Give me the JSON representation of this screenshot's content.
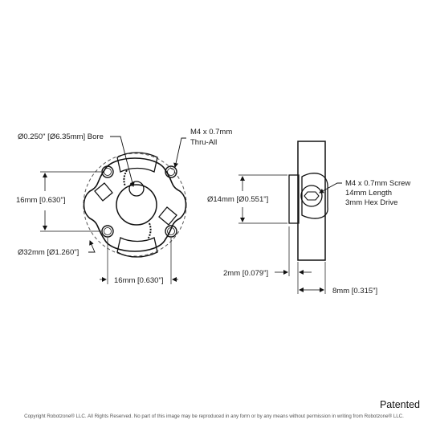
{
  "front_view": {
    "bore_label": "Ø0.250\" [Ø6.35mm] Bore",
    "thread_label_line1": "M4 x 0.7mm",
    "thread_label_line2": "Thru-All",
    "vertical_spacing_label": "16mm [0.630\"]",
    "outer_diameter_label": "Ø32mm [Ø1.260\"]",
    "horizontal_spacing_label": "16mm [0.630\"]"
  },
  "side_view": {
    "hub_diameter_label": "Ø14mm [Ø0.551\"]",
    "screw_line1": "M4 x 0.7mm Screw",
    "screw_line2": "14mm Length",
    "screw_line3": "3mm Hex Drive",
    "hub_length_label": "2mm [0.079\"]",
    "total_length_label": "8mm [0.315\"]"
  },
  "footer": {
    "patented": "Patented",
    "copyright": "Copyright Robotzone® LLC.  All Rights Reserved. No part of this image may be reproduced in any form or by any means without permission in writing from Robotzone® LLC."
  }
}
